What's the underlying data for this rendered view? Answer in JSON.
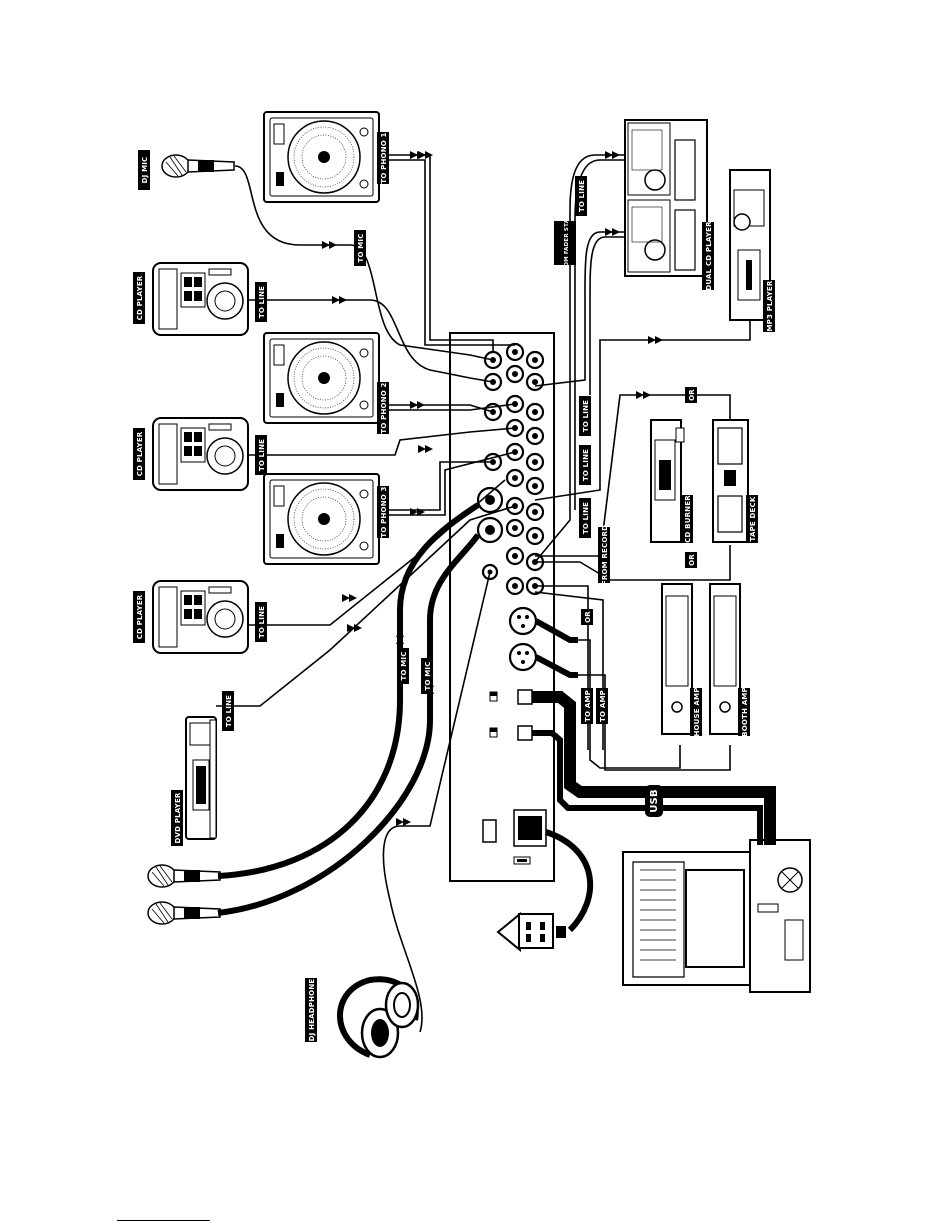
{
  "labels": {
    "dj_mic": "DJ MIC",
    "cd_player_1": "CD PLAYER",
    "cd_player_2": "CD PLAYER",
    "cd_player_3": "CD PLAYER",
    "dvd_player": "DVD PLAYER",
    "dj_headphone": "DJ HEADPHONE",
    "to_phono_1": "TO PHONO 1",
    "to_phono_2": "TO PHONO 2",
    "to_phono_3": "TO PHONO 3",
    "to_mic_dj": "TO MIC",
    "to_line_cd1": "TO LINE",
    "to_line_cd2": "TO LINE",
    "to_line_cd3": "TO LINE",
    "to_line_dvd": "TO LINE",
    "to_mic_1": "TO MIC",
    "to_mic_2": "TO MIC",
    "from_fader_start": "FROM FADER START",
    "to_line_dual_cd": "TO LINE",
    "dual_cd_player": "DUAL CD PLAYER",
    "mp3_player": "MP3 PLAYER",
    "to_line_r1": "TO LINE",
    "to_line_r2": "TO LINE",
    "to_line_r3": "TO LINE",
    "or_top": "OR",
    "or_bottom": "OR",
    "cd_burner": "CD BURNER",
    "tape_deck": "TAPE DECK",
    "from_record": "FROM RECORD",
    "or_amp": "OR",
    "to_amp_1": "TO AMP",
    "to_amp_2": "TO AMP",
    "house_amp": "HOUSE AMP",
    "booth_amp": "BOOTH AMP",
    "usb": "USB"
  },
  "colors": {
    "ink": "#000000",
    "paper": "#ffffff"
  }
}
